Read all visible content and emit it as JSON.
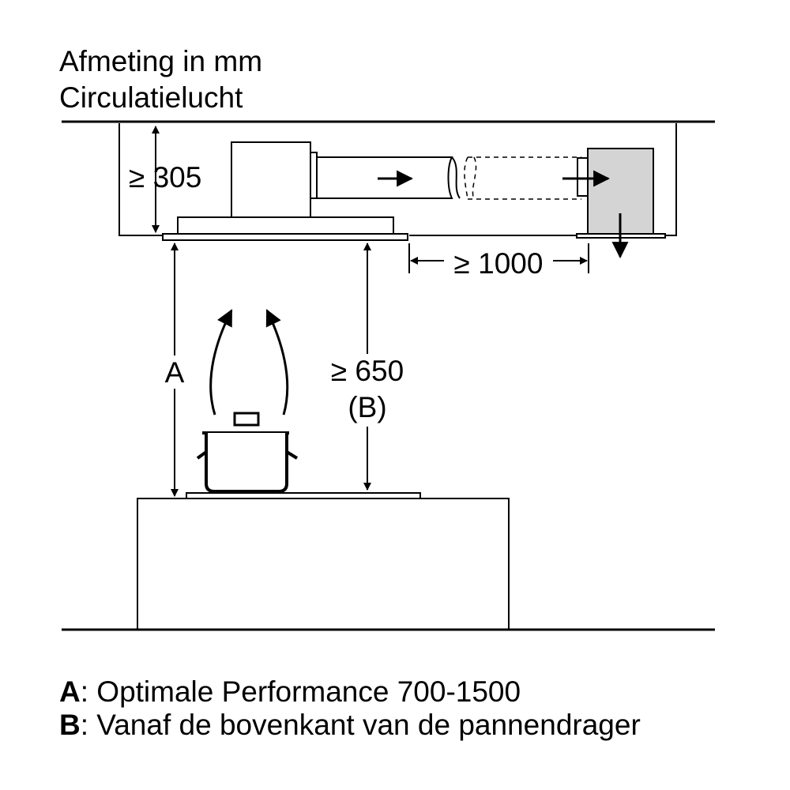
{
  "title": {
    "line1": "Afmeting in mm",
    "line2": "Circulatielucht"
  },
  "dimensions": {
    "ceiling_depth": "≥ 305",
    "duct_distance": "≥ 1000",
    "min_height": "≥ 650",
    "min_height_ref": "(B)",
    "height_a": "A"
  },
  "legend": [
    {
      "key": "A",
      "text": ": Optimale Performance 700-1500"
    },
    {
      "key": "B",
      "text": ": Vanaf de bovenkant van de pannendrager"
    }
  ],
  "colors": {
    "line": "#000000",
    "filter_box": "#d4d4d4",
    "background": "#ffffff"
  }
}
